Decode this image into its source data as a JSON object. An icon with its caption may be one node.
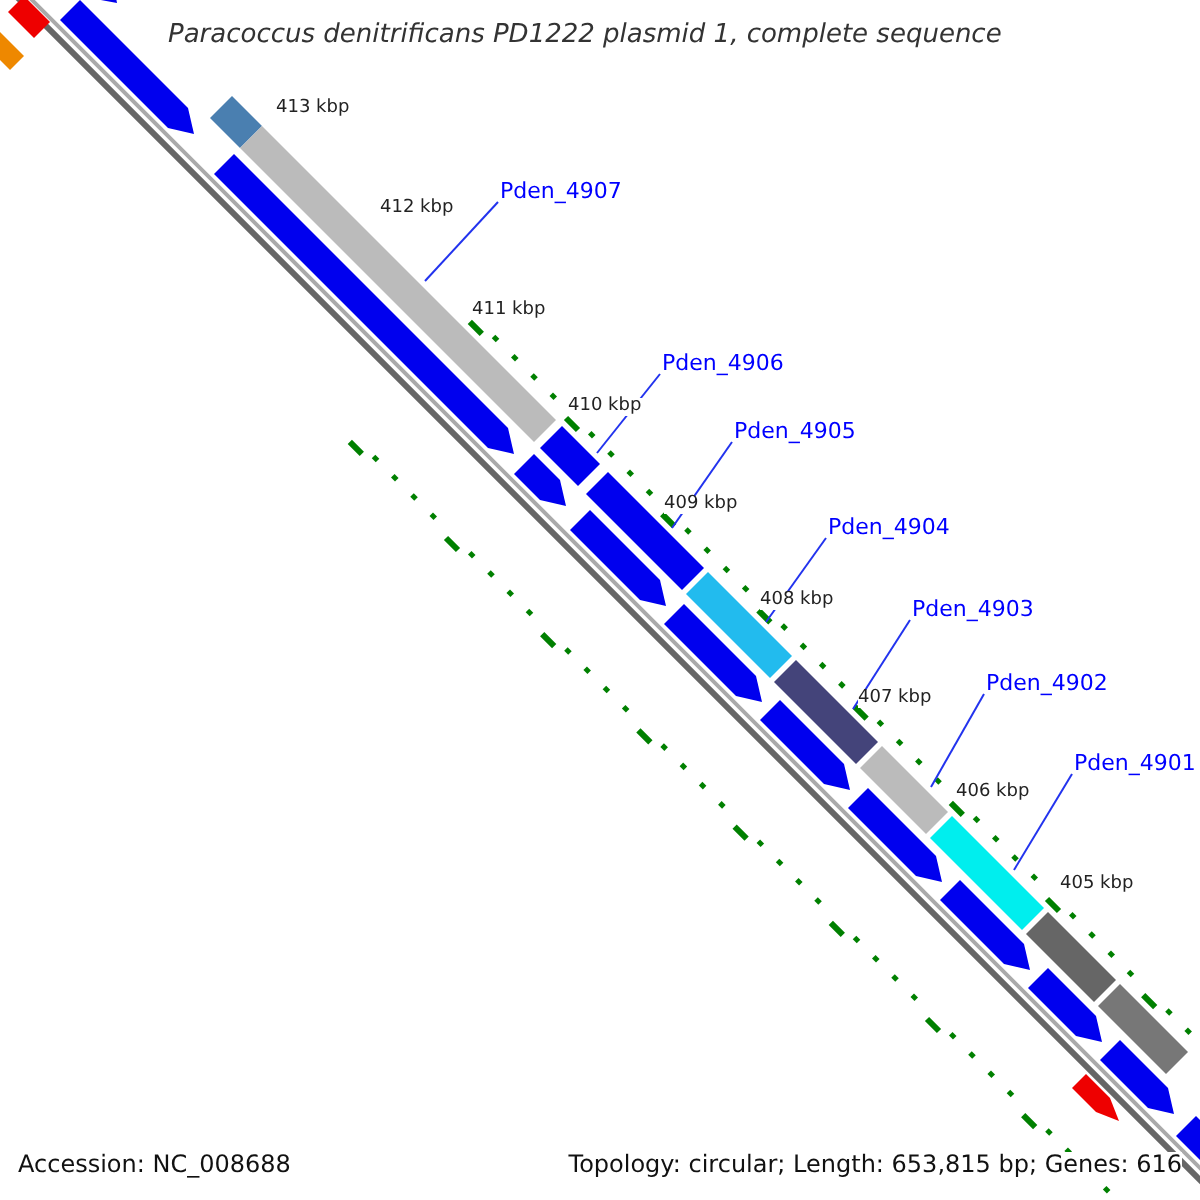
{
  "diagram": {
    "title": "Paracoccus denitrificans PD1222 plasmid 1, complete sequence",
    "nodes": [
      {
        "text": [
          "Pden_4907"
        ]
      },
      {
        "text": [
          "Pden_4906"
        ]
      },
      {
        "text": [
          "Pden_4905"
        ]
      },
      {
        "text": [
          "Pden_4904"
        ]
      },
      {
        "text": [
          "Pden_4903"
        ]
      },
      {
        "text": [
          "Pden_4902"
        ]
      },
      {
        "text": [
          "Pden_4901"
        ]
      },
      {
        "text": [],
        "shape": "bar"
      },
      {
        "text": [],
        "shape": "bar"
      },
      {
        "text": [],
        "shape": "bar"
      },
      {
        "text": [],
        "shape": "bar"
      },
      {
        "text": [],
        "shape": "bar"
      },
      {
        "text": [],
        "shape": "bar"
      },
      {
        "text": [],
        "shape": "bar"
      }
    ],
    "edges": [
      {
        "from": 0,
        "to": 7,
        "arrow": "none"
      },
      {
        "from": 1,
        "to": 8,
        "arrow": "none"
      },
      {
        "from": 2,
        "to": 9,
        "arrow": "none"
      },
      {
        "from": 3,
        "to": 10,
        "arrow": "none"
      },
      {
        "from": 4,
        "to": 11,
        "arrow": "none"
      },
      {
        "from": 5,
        "to": 12,
        "arrow": "none"
      },
      {
        "from": 6,
        "to": 13,
        "arrow": "none"
      }
    ],
    "labels": [
      "413 kbp",
      "412 kbp",
      "411 kbp",
      "410 kbp",
      "409 kbp",
      "408 kbp",
      "407 kbp",
      "406 kbp",
      "405 kbp",
      "Accession: NC_008688",
      "Topology: circular; Length: 653,815 bp; Genes: 616"
    ]
  }
}
